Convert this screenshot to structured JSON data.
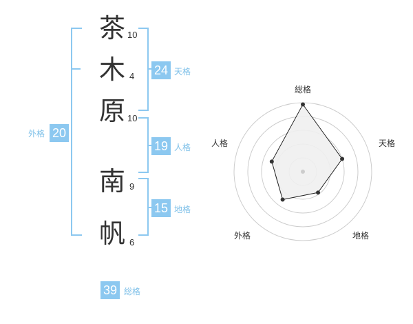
{
  "name": {
    "chars": [
      {
        "char": "茶",
        "strokes": "10"
      },
      {
        "char": "木",
        "strokes": "4"
      },
      {
        "char": "原",
        "strokes": "10"
      },
      {
        "char": "南",
        "strokes": "9"
      },
      {
        "char": "帆",
        "strokes": "6"
      }
    ]
  },
  "fortune": {
    "tenkaku": {
      "label": "天格",
      "value": "24"
    },
    "jinkaku": {
      "label": "人格",
      "value": "19"
    },
    "chikaku": {
      "label": "地格",
      "value": "15"
    },
    "gaikaku": {
      "label": "外格",
      "value": "20"
    },
    "soukaku": {
      "label": "総格",
      "value": "39"
    }
  },
  "chart_data": {
    "type": "radar",
    "axes": [
      "総格",
      "天格",
      "地格",
      "外格",
      "人格"
    ],
    "values": [
      39,
      24,
      15,
      20,
      19
    ],
    "rings": 5,
    "colors": {
      "fill": "#f0f0f0",
      "line": "#222222",
      "ring": "#cccccc",
      "point": "#333333",
      "center": "#cccccc"
    }
  },
  "colors": {
    "accent": "#8cc8f0",
    "text": "#333333",
    "label": "#7cbfe8"
  }
}
